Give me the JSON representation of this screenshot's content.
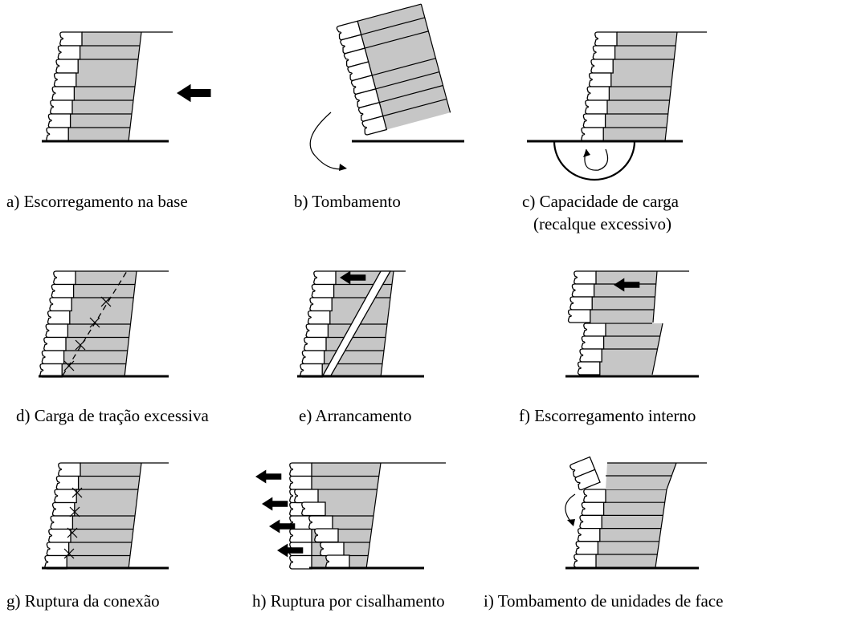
{
  "panels": [
    {
      "id": "a",
      "caption": "a) Escorregamento na base"
    },
    {
      "id": "b",
      "caption": "b) Tombamento"
    },
    {
      "id": "c",
      "caption": "c) Capacidade de carga",
      "caption_line2": "(recalque excessivo)"
    },
    {
      "id": "d",
      "caption": "d) Carga de tração excessiva"
    },
    {
      "id": "e",
      "caption": "e) Arrancamento"
    },
    {
      "id": "f",
      "caption": "f) Escorregamento interno"
    },
    {
      "id": "g",
      "caption": "g) Ruptura da conexão"
    },
    {
      "id": "h",
      "caption": "h) Ruptura por cisalhamento"
    },
    {
      "id": "i",
      "caption": "i) Tombamento de unidades de face"
    }
  ],
  "colors": {
    "soil": "#c6c6c6",
    "line": "#000000",
    "block": "#ffffff"
  }
}
